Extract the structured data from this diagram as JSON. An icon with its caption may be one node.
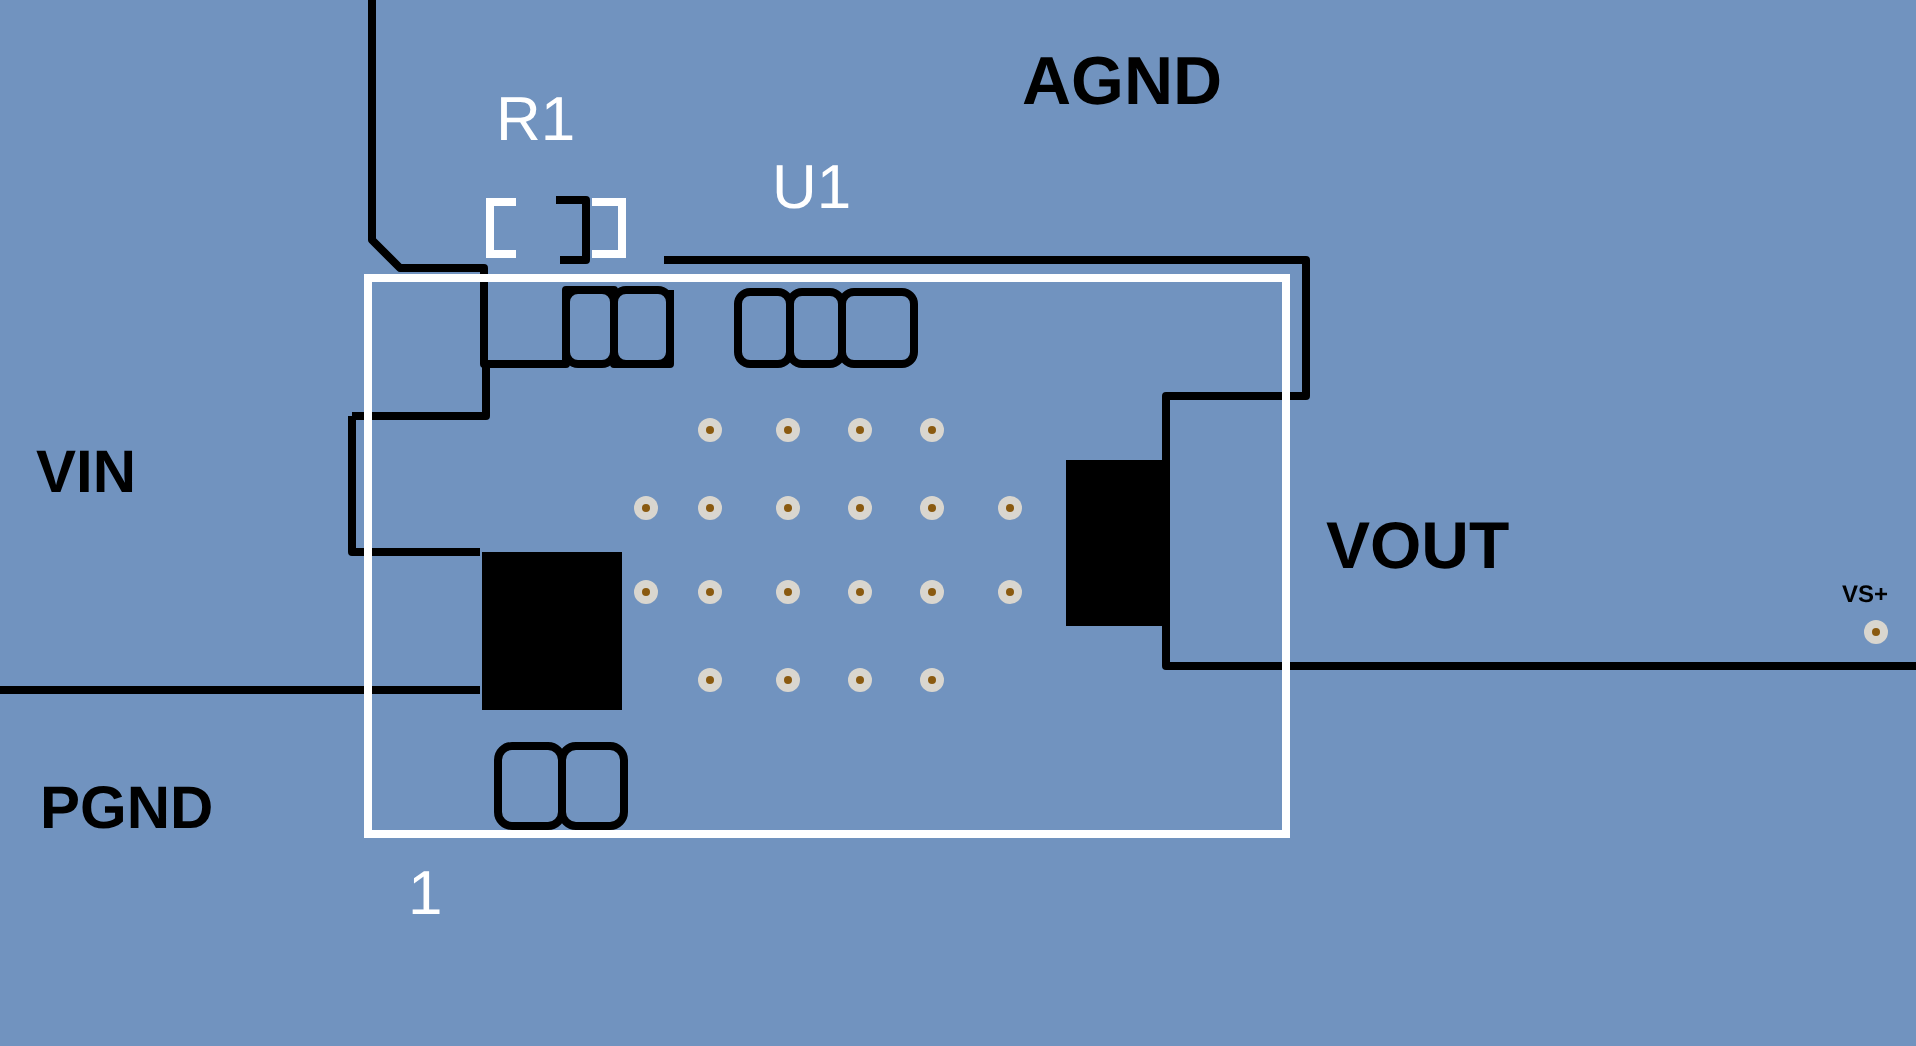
{
  "diagram": {
    "labels": [
      "AGND",
      "R1",
      "U1",
      "VIN",
      "VOUT",
      "VS+",
      "PGND",
      "1"
    ]
  }
}
